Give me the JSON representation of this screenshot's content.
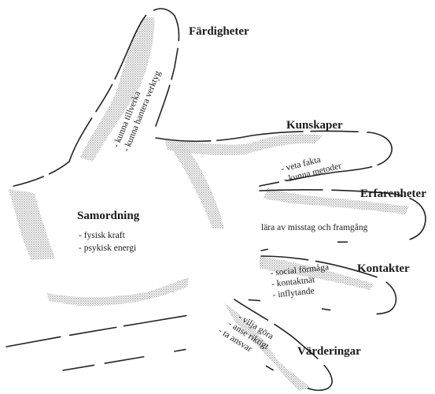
{
  "labels": {
    "fardigheter": {
      "title": "Färdigheter",
      "items": [
        "- kunna tillverka",
        "- kunna hantera verktyg"
      ]
    },
    "kunskaper": {
      "title": "Kunskaper",
      "items": [
        "- veta fakta",
        "- kunna metoder"
      ]
    },
    "erfarenheter": {
      "title": "Erfarenheter",
      "items": [
        "lära av misstag och framgång"
      ]
    },
    "kontakter": {
      "title": "Kontakter",
      "items": [
        "- social förmåga",
        "- kontaktnät",
        "- inflytande"
      ]
    },
    "varderingar": {
      "title": "Värderingar",
      "items": [
        "- vilja göra",
        "- anse riktigt",
        "- ta ansvar"
      ]
    },
    "samordning": {
      "title": "Samordning",
      "items": [
        "- fysisk kraft",
        "- psykisk energi"
      ]
    }
  },
  "colors": {
    "ink": "#222222",
    "shading": "#9a9a9a",
    "background": "#ffffff"
  }
}
